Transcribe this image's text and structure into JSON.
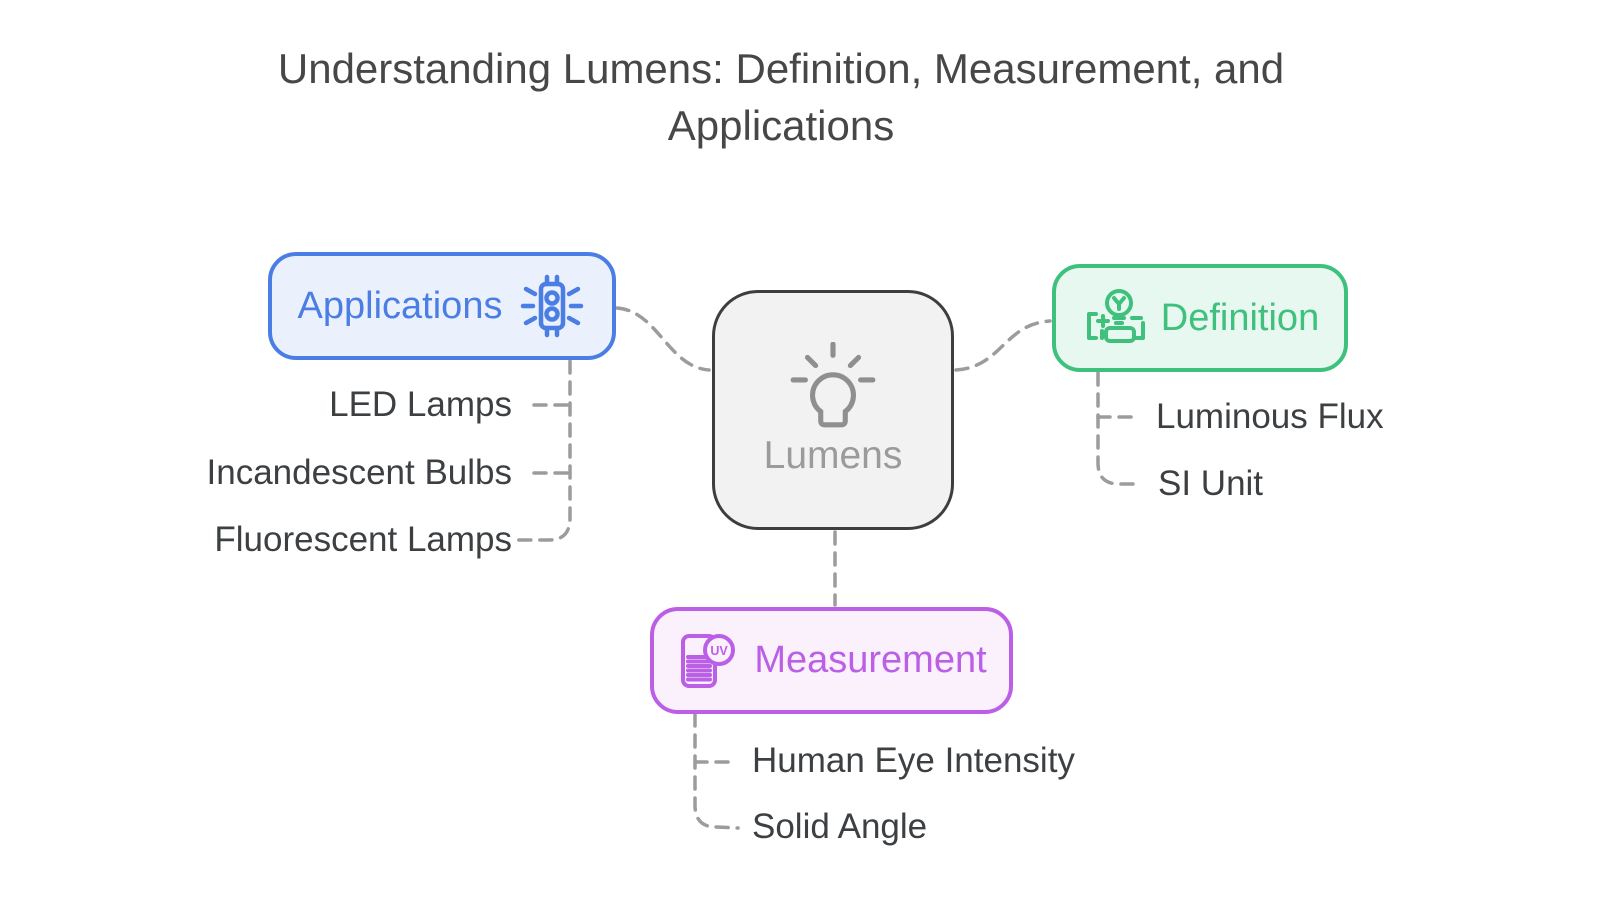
{
  "title": "Understanding Lumens: Definition, Measurement, and Applications",
  "colors": {
    "blue": "#4b7ee5",
    "blue_bg": "#eaf1fc",
    "green": "#3fc07d",
    "green_bg": "#e6f8ef",
    "purple": "#bb5fe6",
    "purple_bg": "#faf1fc",
    "center_border": "#3e3e3e",
    "center_bg": "#f2f2f2",
    "center_text": "#9b9b9b",
    "center_icon": "#8f8f8f",
    "title_text": "#474747",
    "label_text": "#3d4043",
    "connector": "#9c9c9c"
  },
  "center": {
    "label": "Lumens",
    "icon": "lightbulb-rays-icon"
  },
  "branches": [
    {
      "id": "applications",
      "label": "Applications",
      "icon": "led-chip-icon",
      "children": [
        "LED Lamps",
        "Incandescent Bulbs",
        "Fluorescent Lamps"
      ]
    },
    {
      "id": "definition",
      "label": "Definition",
      "icon": "bulb-battery-icon",
      "children": [
        "Luminous Flux",
        "SI Unit"
      ]
    },
    {
      "id": "measurement",
      "label": "Measurement",
      "icon": "uv-meter-icon",
      "icon_text": "UV",
      "children": [
        "Human Eye Intensity",
        "Solid Angle"
      ]
    }
  ]
}
